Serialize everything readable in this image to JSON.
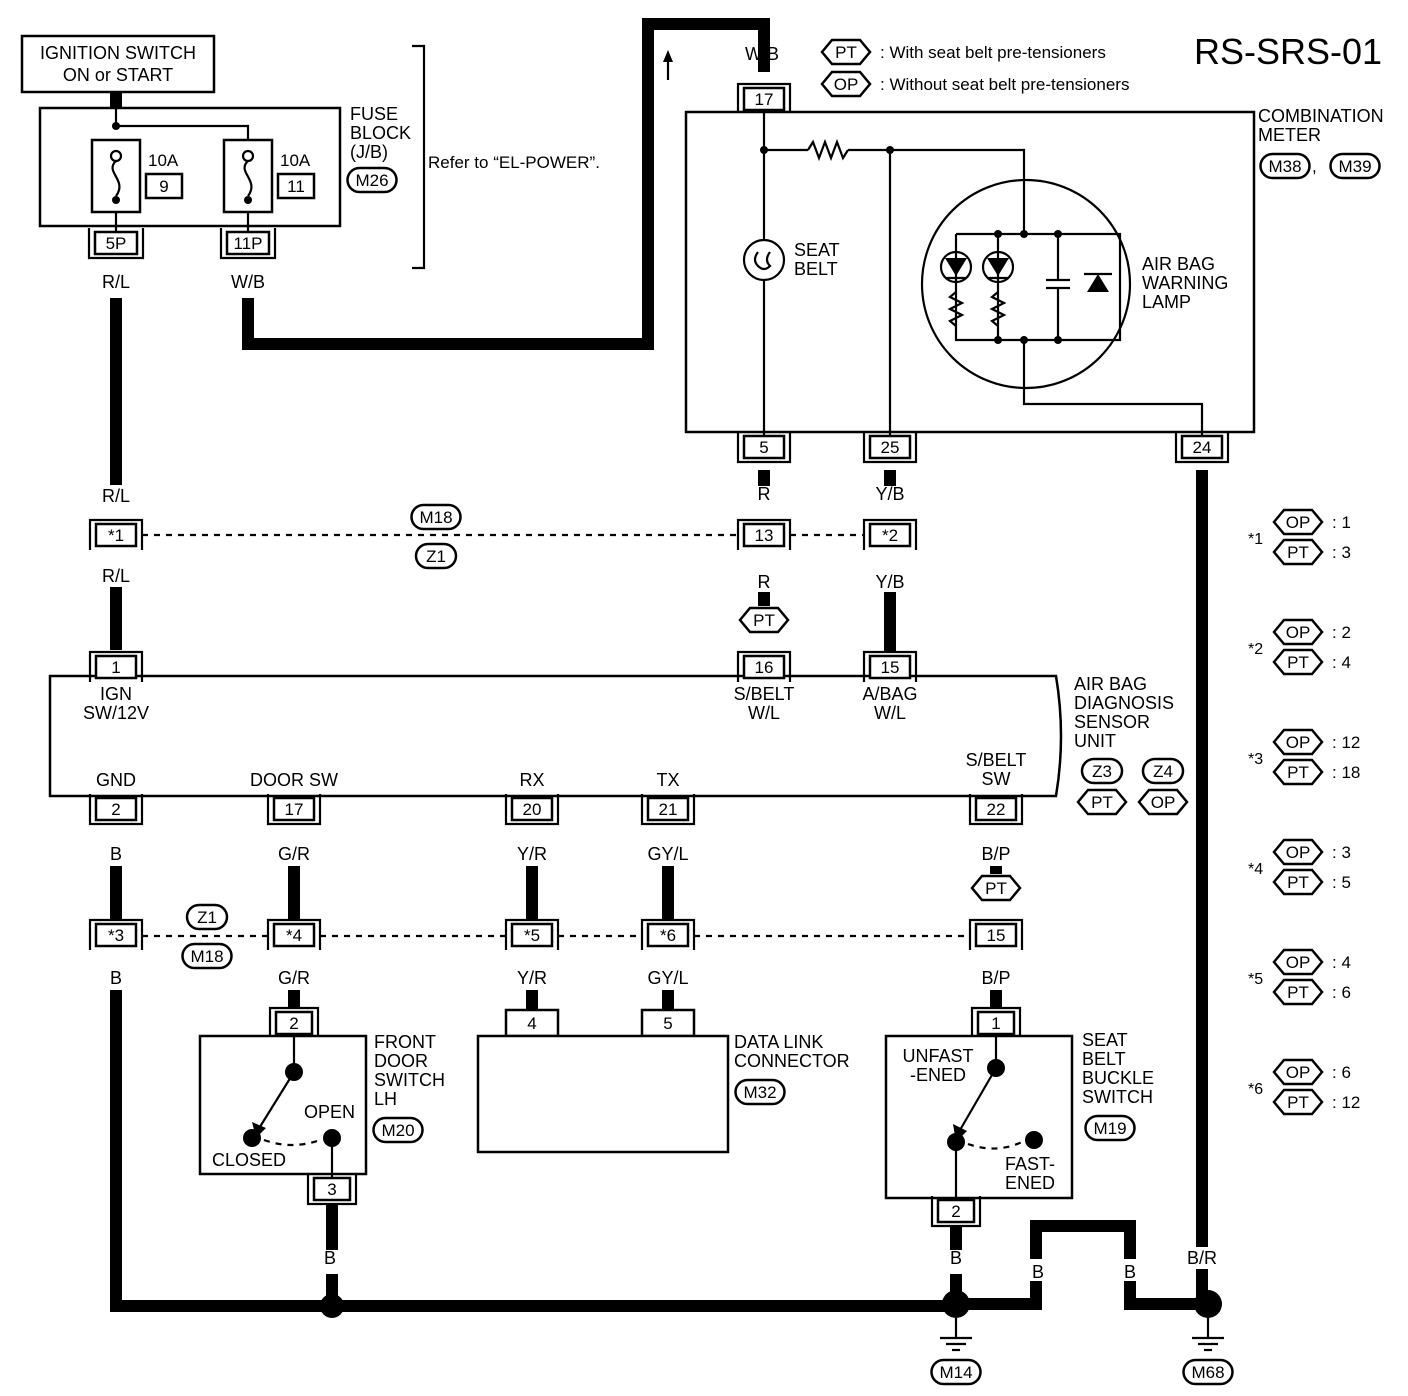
{
  "diagram": {
    "title": "RS-SRS-01",
    "legend": [
      {
        "code": "PT",
        "text": ": With seat belt pre-tensioners"
      },
      {
        "code": "OP",
        "text": ": Without seat belt pre-tensioners"
      }
    ],
    "ignition": {
      "line1": "IGNITION SWITCH",
      "line2": "ON or START"
    },
    "fuse_block": {
      "label": [
        "FUSE",
        "BLOCK",
        "(J/B)"
      ],
      "connector": "M26",
      "refer": "Refer to “EL-POWER”.",
      "fuses": [
        {
          "rating": "10A",
          "number": "9",
          "terminal": "5P",
          "wire": "R/L"
        },
        {
          "rating": "10A",
          "number": "11",
          "terminal": "11P",
          "wire": "W/B"
        }
      ]
    },
    "combination_meter": {
      "label": [
        "COMBINATION",
        "METER"
      ],
      "connectors": [
        "M38",
        "M39"
      ],
      "separator": ",",
      "top_terminal": "17",
      "top_wire": "W/B",
      "seat_belt": [
        "SEAT",
        "BELT"
      ],
      "warning_lamp": [
        "AIR BAG",
        "WARNING",
        "LAMP"
      ],
      "terminals": [
        {
          "number": "5",
          "wire": "R"
        },
        {
          "number": "25",
          "wire": "Y/B"
        },
        {
          "number": "24",
          "wire": "B/R"
        }
      ]
    },
    "joint_row_1": {
      "connectors": [
        "M18",
        "Z1"
      ],
      "pins": [
        {
          "label": "*1",
          "wire_top": "R/L",
          "wire_bottom": "R/L"
        },
        {
          "label": "13",
          "wire_top": "R",
          "wire_bottom": "R"
        },
        {
          "label": "*2",
          "wire_top": "Y/B",
          "wire_bottom": "Y/B"
        }
      ],
      "pt_tag": "PT"
    },
    "sensor_unit": {
      "label": [
        "AIR BAG",
        "DIAGNOSIS",
        "SENSOR",
        "UNIT"
      ],
      "connectors": [
        "Z3",
        "Z4"
      ],
      "variants": [
        "PT",
        "OP"
      ],
      "top_terminals": [
        {
          "number": "1",
          "name": [
            "IGN",
            "SW/12V"
          ]
        },
        {
          "number": "16",
          "name": [
            "S/BELT",
            "W/L"
          ]
        },
        {
          "number": "15",
          "name": [
            "A/BAG",
            "W/L"
          ]
        }
      ],
      "bottom_terminals": [
        {
          "number": "2",
          "name": "GND",
          "wire": "B"
        },
        {
          "number": "17",
          "name": "DOOR SW",
          "wire": "G/R"
        },
        {
          "number": "20",
          "name": "RX",
          "wire": "Y/R"
        },
        {
          "number": "21",
          "name": "TX",
          "wire": "GY/L"
        },
        {
          "number": "22",
          "name": "S/BELT SW",
          "name2": "SW",
          "wire": "B/P"
        }
      ]
    },
    "joint_row_2": {
      "connectors": [
        "Z1",
        "M18"
      ],
      "pins": [
        {
          "label": "*3",
          "wire": "B"
        },
        {
          "label": "*4",
          "wire": "G/R"
        },
        {
          "label": "*5",
          "wire": "Y/R"
        },
        {
          "label": "*6",
          "wire": "GY/L"
        },
        {
          "label": "15",
          "wire": "B/P"
        }
      ],
      "pt_tag": "PT"
    },
    "front_door_switch": {
      "label": [
        "FRONT",
        "DOOR",
        "SWITCH",
        "LH"
      ],
      "connector": "M20",
      "pin_top": "2",
      "pin_bottom": "3",
      "closed": "CLOSED",
      "open": "OPEN",
      "ground_wire": "B"
    },
    "data_link": {
      "label": [
        "DATA LINK",
        "CONNECTOR"
      ],
      "connector": "M32",
      "pins": [
        "4",
        "5"
      ]
    },
    "buckle_switch": {
      "label": [
        "SEAT",
        "BELT",
        "BUCKLE",
        "SWITCH"
      ],
      "connector": "M19",
      "pin_top": "1",
      "pin_bottom": "2",
      "unfastened": [
        "UNFAST",
        "-ENED"
      ],
      "fastened": [
        "FAST-",
        "ENED"
      ],
      "ground_wire": "B"
    },
    "grounds": {
      "left": {
        "connector": "M14",
        "wires": [
          "B",
          "B"
        ]
      },
      "right": {
        "connector": "M68",
        "wires": [
          "B",
          "B/R"
        ]
      }
    },
    "footnotes": [
      {
        "id": "*1",
        "op": "1",
        "pt": "3"
      },
      {
        "id": "*2",
        "op": "2",
        "pt": "4"
      },
      {
        "id": "*3",
        "op": "12",
        "pt": "18"
      },
      {
        "id": "*4",
        "op": "3",
        "pt": "5"
      },
      {
        "id": "*5",
        "op": "4",
        "pt": "6"
      },
      {
        "id": "*6",
        "op": "6",
        "pt": "12"
      }
    ],
    "footnote_codes": {
      "op": "OP",
      "pt": "PT",
      "sep": ":"
    }
  }
}
